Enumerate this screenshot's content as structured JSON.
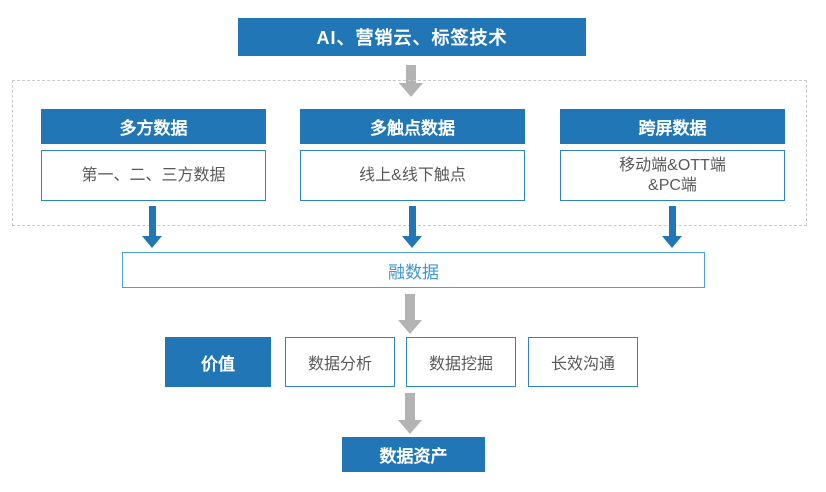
{
  "colors": {
    "primary_blue": "#2177B5",
    "outline_blue": "#2E86C1",
    "fusion_border_blue": "#4FA0D5",
    "fusion_text_blue": "#3E96D2",
    "arrow_gray": "#B3B3B3",
    "dashed_border_gray": "#C9C9C9",
    "body_text_gray": "#595959"
  },
  "title_box": {
    "label": "AI、营销云、标签技术"
  },
  "source_columns": [
    {
      "header": "多方数据",
      "detail": "第一、二、三方数据"
    },
    {
      "header": "多触点数据",
      "detail": "线上&线下触点"
    },
    {
      "header": "跨屏数据",
      "detail": "移动端&OTT端\n&PC端"
    }
  ],
  "fusion_box": {
    "label": "融数据"
  },
  "value_row": {
    "label": "价值",
    "items": [
      "数据分析",
      "数据挖掘",
      "长效沟通"
    ]
  },
  "result_box": {
    "label": "数据资产"
  }
}
